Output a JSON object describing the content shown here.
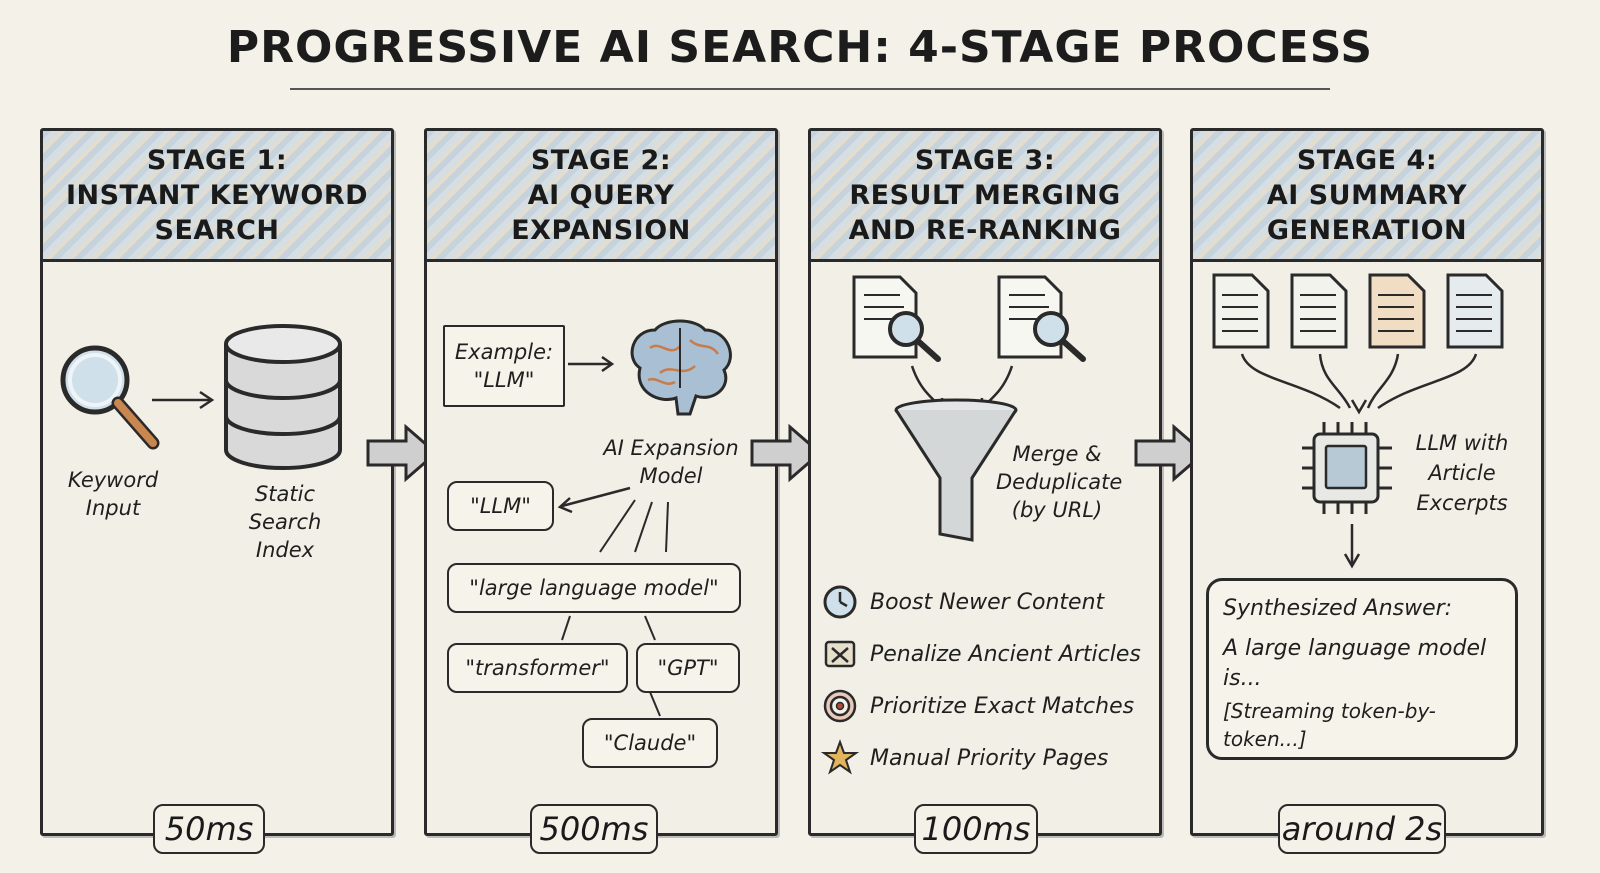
{
  "title": "PROGRESSIVE AI SEARCH: 4-STAGE PROCESS",
  "stages": [
    {
      "header": [
        "STAGE 1:",
        "INSTANT KEYWORD",
        "SEARCH"
      ],
      "timing": "50ms",
      "labels": {
        "keyword": "Keyword Input",
        "index": "Static Search Index"
      }
    },
    {
      "header": [
        "STAGE 2:",
        "AI QUERY",
        "EXPANSION"
      ],
      "timing": "500ms",
      "example": [
        "Example:",
        "\"LLM\""
      ],
      "model_label": [
        "AI Expansion",
        "Model"
      ],
      "expansions": [
        "\"LLM\"",
        "\"large language model\"",
        "\"transformer\"",
        "\"GPT\"",
        "\"Claude\""
      ]
    },
    {
      "header": [
        "STAGE 3:",
        "RESULT MERGING",
        "AND RE-RANKING"
      ],
      "timing": "100ms",
      "merge_label": [
        "Merge &",
        "Deduplicate",
        "(by URL)"
      ],
      "rules": [
        {
          "icon": "clock-icon",
          "text": "Boost Newer Content"
        },
        {
          "icon": "scroll-x-icon",
          "text": "Penalize Ancient Articles"
        },
        {
          "icon": "target-icon",
          "text": "Prioritize Exact Matches"
        },
        {
          "icon": "star-icon",
          "text": "Manual Priority Pages"
        }
      ]
    },
    {
      "header": [
        "STAGE 4:",
        "AI SUMMARY",
        "GENERATION"
      ],
      "timing": "around 2s",
      "llm_label": [
        "LLM with",
        "Article",
        "Excerpts"
      ],
      "answer": {
        "heading": "Synthesized Answer:",
        "line1": "A large language model",
        "line2": "is...",
        "line3": "[Streaming token-by-token...]"
      }
    }
  ],
  "colors": {
    "accent_blue": "#c6d3dc",
    "ink": "#2a2a2a",
    "paper": "#f3f1e8",
    "orange": "#d9955a"
  }
}
